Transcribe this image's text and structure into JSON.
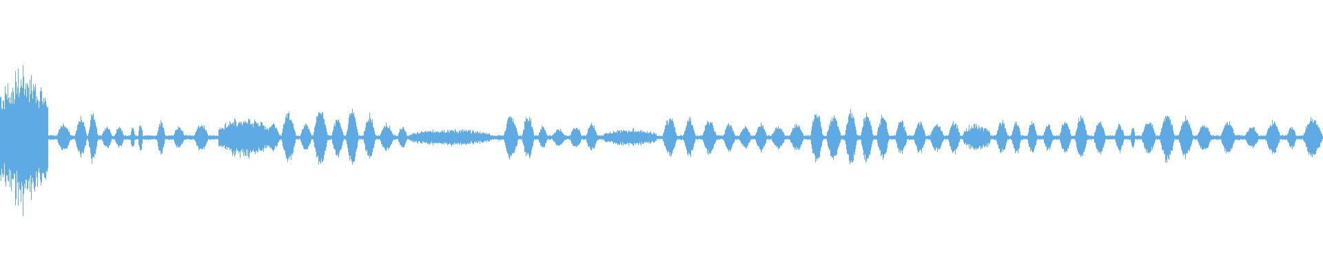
{
  "waveform": {
    "color": "#5eaae4",
    "background": "#ffffff",
    "bursts": [
      {
        "t": 0.0,
        "w": 0.036,
        "a": 0.26,
        "shape": "noise"
      },
      {
        "t": 0.042,
        "w": 0.012,
        "a": 0.05
      },
      {
        "t": 0.056,
        "w": 0.01,
        "a": 0.07
      },
      {
        "t": 0.066,
        "w": 0.008,
        "a": 0.09
      },
      {
        "t": 0.076,
        "w": 0.009,
        "a": 0.04
      },
      {
        "t": 0.086,
        "w": 0.008,
        "a": 0.04
      },
      {
        "t": 0.098,
        "w": 0.004,
        "a": 0.04
      },
      {
        "t": 0.104,
        "w": 0.004,
        "a": 0.05
      },
      {
        "t": 0.118,
        "w": 0.007,
        "a": 0.06
      },
      {
        "t": 0.13,
        "w": 0.01,
        "a": 0.04
      },
      {
        "t": 0.146,
        "w": 0.012,
        "a": 0.05
      },
      {
        "t": 0.165,
        "w": 0.04,
        "a": 0.07,
        "shape": "dense"
      },
      {
        "t": 0.2,
        "w": 0.012,
        "a": 0.05
      },
      {
        "t": 0.212,
        "w": 0.012,
        "a": 0.09
      },
      {
        "t": 0.226,
        "w": 0.01,
        "a": 0.05
      },
      {
        "t": 0.236,
        "w": 0.012,
        "a": 0.1
      },
      {
        "t": 0.25,
        "w": 0.01,
        "a": 0.07
      },
      {
        "t": 0.261,
        "w": 0.01,
        "a": 0.1
      },
      {
        "t": 0.274,
        "w": 0.01,
        "a": 0.08
      },
      {
        "t": 0.286,
        "w": 0.012,
        "a": 0.05
      },
      {
        "t": 0.3,
        "w": 0.008,
        "a": 0.04
      },
      {
        "t": 0.31,
        "w": 0.06,
        "a": 0.03,
        "shape": "dense"
      },
      {
        "t": 0.38,
        "w": 0.012,
        "a": 0.08
      },
      {
        "t": 0.394,
        "w": 0.01,
        "a": 0.08
      },
      {
        "t": 0.406,
        "w": 0.008,
        "a": 0.04
      },
      {
        "t": 0.416,
        "w": 0.012,
        "a": 0.03
      },
      {
        "t": 0.43,
        "w": 0.01,
        "a": 0.04
      },
      {
        "t": 0.442,
        "w": 0.01,
        "a": 0.05
      },
      {
        "t": 0.456,
        "w": 0.04,
        "a": 0.03,
        "shape": "dense"
      },
      {
        "t": 0.5,
        "w": 0.012,
        "a": 0.07
      },
      {
        "t": 0.516,
        "w": 0.01,
        "a": 0.07
      },
      {
        "t": 0.53,
        "w": 0.012,
        "a": 0.06
      },
      {
        "t": 0.546,
        "w": 0.01,
        "a": 0.05
      },
      {
        "t": 0.558,
        "w": 0.01,
        "a": 0.04
      },
      {
        "t": 0.57,
        "w": 0.01,
        "a": 0.05
      },
      {
        "t": 0.582,
        "w": 0.012,
        "a": 0.04
      },
      {
        "t": 0.596,
        "w": 0.012,
        "a": 0.05
      },
      {
        "t": 0.612,
        "w": 0.01,
        "a": 0.1
      },
      {
        "t": 0.624,
        "w": 0.012,
        "a": 0.08
      },
      {
        "t": 0.638,
        "w": 0.01,
        "a": 0.1
      },
      {
        "t": 0.65,
        "w": 0.01,
        "a": 0.09
      },
      {
        "t": 0.662,
        "w": 0.01,
        "a": 0.08
      },
      {
        "t": 0.676,
        "w": 0.01,
        "a": 0.06
      },
      {
        "t": 0.69,
        "w": 0.01,
        "a": 0.06
      },
      {
        "t": 0.702,
        "w": 0.012,
        "a": 0.05
      },
      {
        "t": 0.716,
        "w": 0.01,
        "a": 0.06
      },
      {
        "t": 0.728,
        "w": 0.02,
        "a": 0.05,
        "shape": "dense"
      },
      {
        "t": 0.752,
        "w": 0.01,
        "a": 0.06
      },
      {
        "t": 0.764,
        "w": 0.008,
        "a": 0.06
      },
      {
        "t": 0.776,
        "w": 0.008,
        "a": 0.06
      },
      {
        "t": 0.788,
        "w": 0.008,
        "a": 0.05
      },
      {
        "t": 0.8,
        "w": 0.01,
        "a": 0.06
      },
      {
        "t": 0.812,
        "w": 0.01,
        "a": 0.08
      },
      {
        "t": 0.826,
        "w": 0.01,
        "a": 0.06
      },
      {
        "t": 0.842,
        "w": 0.008,
        "a": 0.05
      },
      {
        "t": 0.854,
        "w": 0.004,
        "a": 0.04
      },
      {
        "t": 0.862,
        "w": 0.012,
        "a": 0.06
      },
      {
        "t": 0.876,
        "w": 0.012,
        "a": 0.09
      },
      {
        "t": 0.89,
        "w": 0.012,
        "a": 0.07
      },
      {
        "t": 0.904,
        "w": 0.012,
        "a": 0.05
      },
      {
        "t": 0.922,
        "w": 0.012,
        "a": 0.06
      },
      {
        "t": 0.94,
        "w": 0.012,
        "a": 0.04
      },
      {
        "t": 0.956,
        "w": 0.012,
        "a": 0.06
      },
      {
        "t": 0.972,
        "w": 0.008,
        "a": 0.04
      },
      {
        "t": 0.984,
        "w": 0.016,
        "a": 0.07
      }
    ]
  }
}
